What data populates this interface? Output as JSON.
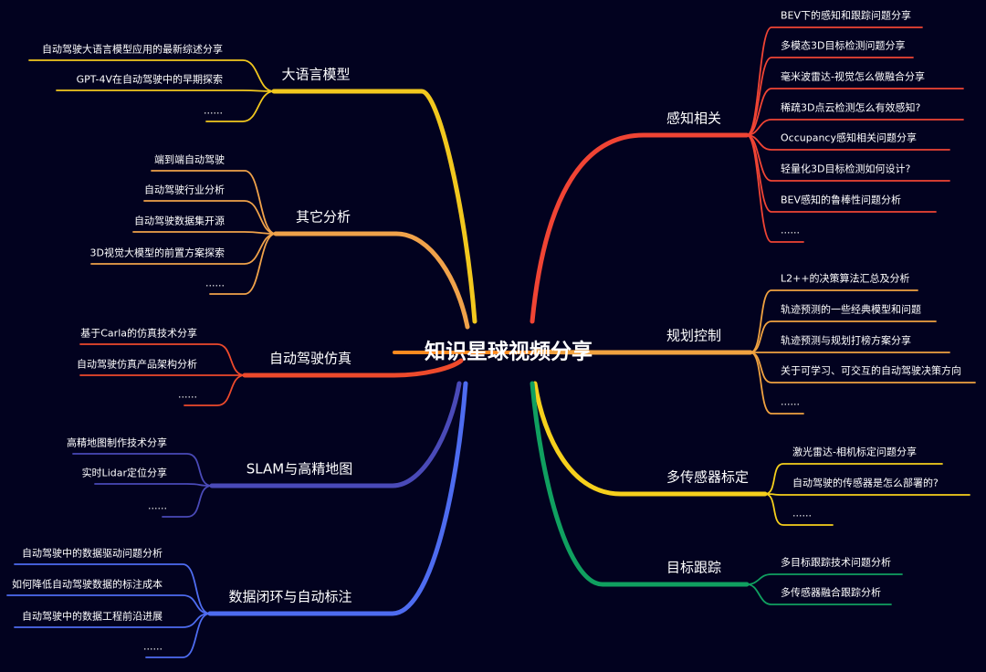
{
  "title": "知识星球视频分享",
  "colors": {
    "background": "#02021f",
    "root_bar": "#ff8a1f",
    "llm": "#f2c81e",
    "other": "#f0a24a",
    "sim": "#ee4a2c",
    "slam": "#4a4ab8",
    "data": "#4e6cf0",
    "perception": "#f04434",
    "planning": "#f0a240",
    "calibration": "#f6d01c",
    "tracking": "#10a060"
  },
  "branches": {
    "llm": {
      "label": "大语言模型",
      "items": [
        "自动驾驶大语言模型应用的最新综述分享",
        "GPT-4V在自动驾驶中的早期探索",
        "......"
      ]
    },
    "other": {
      "label": "其它分析",
      "items": [
        "端到端自动驾驶",
        "自动驾驶行业分析",
        "自动驾驶数据集开源",
        "3D视觉大模型的前置方案探索",
        "......"
      ]
    },
    "sim": {
      "label": "自动驾驶仿真",
      "items": [
        "基于Carla的仿真技术分享",
        "自动驾驶仿真产品架构分析",
        "......"
      ]
    },
    "slam": {
      "label": "SLAM与高精地图",
      "items": [
        "高精地图制作技术分享",
        "实时Lidar定位分享",
        "......"
      ]
    },
    "data": {
      "label": "数据闭环与自动标注",
      "items": [
        "自动驾驶中的数据驱动问题分析",
        "如何降低自动驾驶数据的标注成本",
        "自动驾驶中的数据工程前沿进展",
        "......"
      ]
    },
    "perception": {
      "label": "感知相关",
      "items": [
        "BEV下的感知和跟踪问题分享",
        "多模态3D目标检测问题分享",
        "毫米波雷达-视觉怎么做融合分享",
        "稀疏3D点云检测怎么有效感知?",
        "Occupancy感知相关问题分享",
        "轻量化3D目标检测如何设计?",
        "BEV感知的鲁棒性问题分析",
        "......"
      ]
    },
    "planning": {
      "label": "规划控制",
      "items": [
        "L2++的决策算法汇总及分析",
        "轨迹预测的一些经典模型和问题",
        "轨迹预测与规划打榜方案分享",
        "关于可学习、可交互的自动驾驶决策方向",
        "......"
      ]
    },
    "calibration": {
      "label": "多传感器标定",
      "items": [
        "激光雷达-相机标定问题分享",
        "自动驾驶的传感器是怎么部署的?",
        "......"
      ]
    },
    "tracking": {
      "label": "目标跟踪",
      "items": [
        "多目标跟踪技术问题分析",
        "多传感器融合跟踪分析"
      ]
    }
  }
}
